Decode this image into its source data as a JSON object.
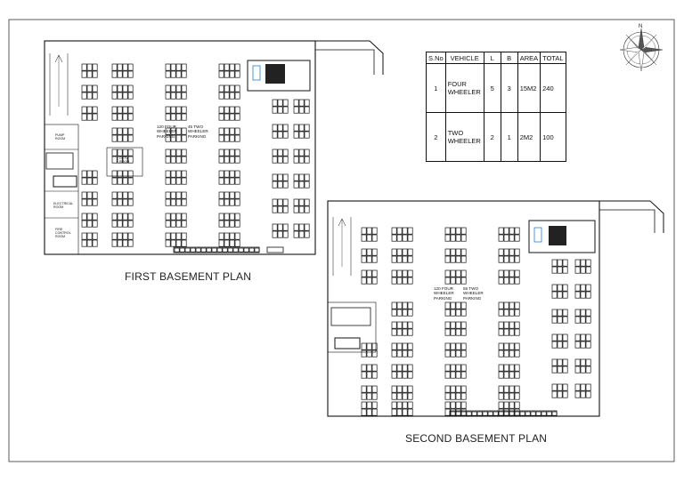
{
  "sheet": {
    "first_title": "FIRST BASEMENT PLAN",
    "second_title": "SECOND BASEMENT PLAN",
    "compass_label": "N"
  },
  "first_basement": {
    "parking_four": "120 FOUR\nWHEELER\nPARKING",
    "parking_two": "45 TWO\nWHEELER\nPARKING",
    "rooms": {
      "pump": "PUMP\nROOM",
      "cctv": "CCTV\nROOM",
      "electrical": "ELECTRICAL\nROOM",
      "fire": "FIRE\nCONTROL\nROOM"
    }
  },
  "second_basement": {
    "parking_four": "120 FOUR\nWHEELER\nPARKING",
    "parking_two": "55 TWO\nWHEELER\nPARKING"
  },
  "vehicle_table": {
    "headers": [
      "S.No",
      "VEHICLE",
      "L",
      "B",
      "AREA",
      "TOTAL"
    ],
    "rows": [
      [
        "1",
        "FOUR\nWHEELER",
        "5",
        "3",
        "15M2",
        "240"
      ],
      [
        "2",
        "TWO\nWHEELER",
        "2",
        "1",
        "2M2",
        "100"
      ]
    ]
  },
  "colors": {
    "line": "#111111",
    "accent": "#1f7fd0"
  }
}
